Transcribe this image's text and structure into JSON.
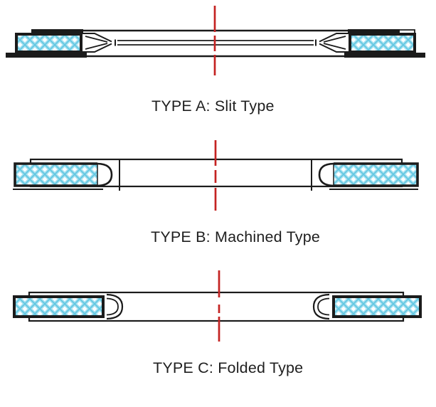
{
  "colors": {
    "outline": "#1b1b1b",
    "centerline": "#c42322",
    "hatch_light": "#a9e2f1",
    "hatch_dark": "#64c8e2",
    "background": "#ffffff",
    "text": "#1f1f1f"
  },
  "sections": [
    {
      "id": "type-a",
      "label": "TYPE A: Slit Type"
    },
    {
      "id": "type-b",
      "label": "TYPE B: Machined Type"
    },
    {
      "id": "type-c",
      "label": "TYPE C: Folded Type"
    }
  ]
}
